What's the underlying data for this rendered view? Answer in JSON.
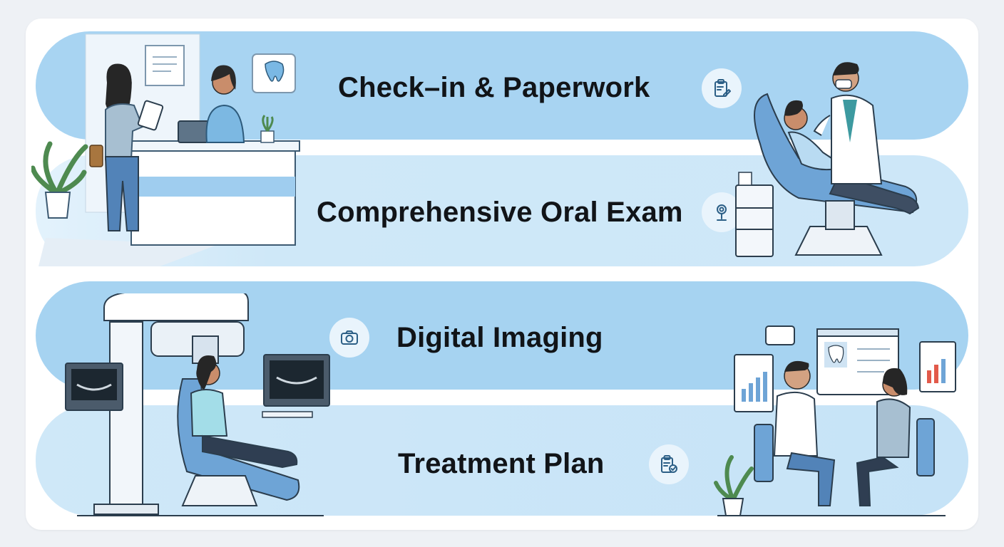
{
  "steps": [
    {
      "title": "Check–in & Paperwork",
      "icon": "clipboard-pen-icon"
    },
    {
      "title": "Comprehensive Oral Exam",
      "icon": "dental-mirror-icon"
    },
    {
      "title": "Digital Imaging",
      "icon": "camera-icon"
    },
    {
      "title": "Treatment Plan",
      "icon": "clipboard-check-icon"
    }
  ],
  "colors": {
    "band_primary": "#a8d4f2",
    "band_light": "#cfe8f8",
    "accent_dark": "#3b6e95"
  }
}
